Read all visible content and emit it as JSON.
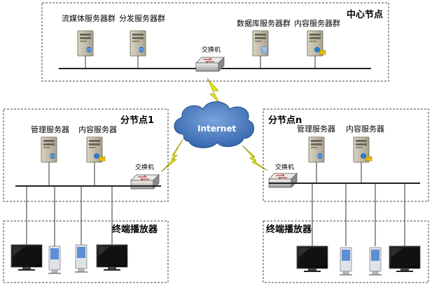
{
  "center": {
    "title": "中心节点",
    "servers": [
      "流媒体服务器群",
      "分发服务器群",
      "数据库服务器群",
      "内容服务器群"
    ],
    "switch_label": "交换机"
  },
  "internet": {
    "label": "Internet"
  },
  "branch_left": {
    "title": "分节点1",
    "servers": [
      "管理服务器",
      "内容服务器"
    ],
    "switch_label": "交换机"
  },
  "branch_right": {
    "title": "分节点n",
    "servers": [
      "管理服务器",
      "内容服务器"
    ],
    "switch_label": "交换机"
  },
  "terminal_left": {
    "title": "终端播放器"
  },
  "terminal_right": {
    "title": "终端播放器"
  },
  "colors": {
    "cloud": "#3f72b8",
    "lightning": "#e6e600",
    "box_border": "#444444"
  }
}
